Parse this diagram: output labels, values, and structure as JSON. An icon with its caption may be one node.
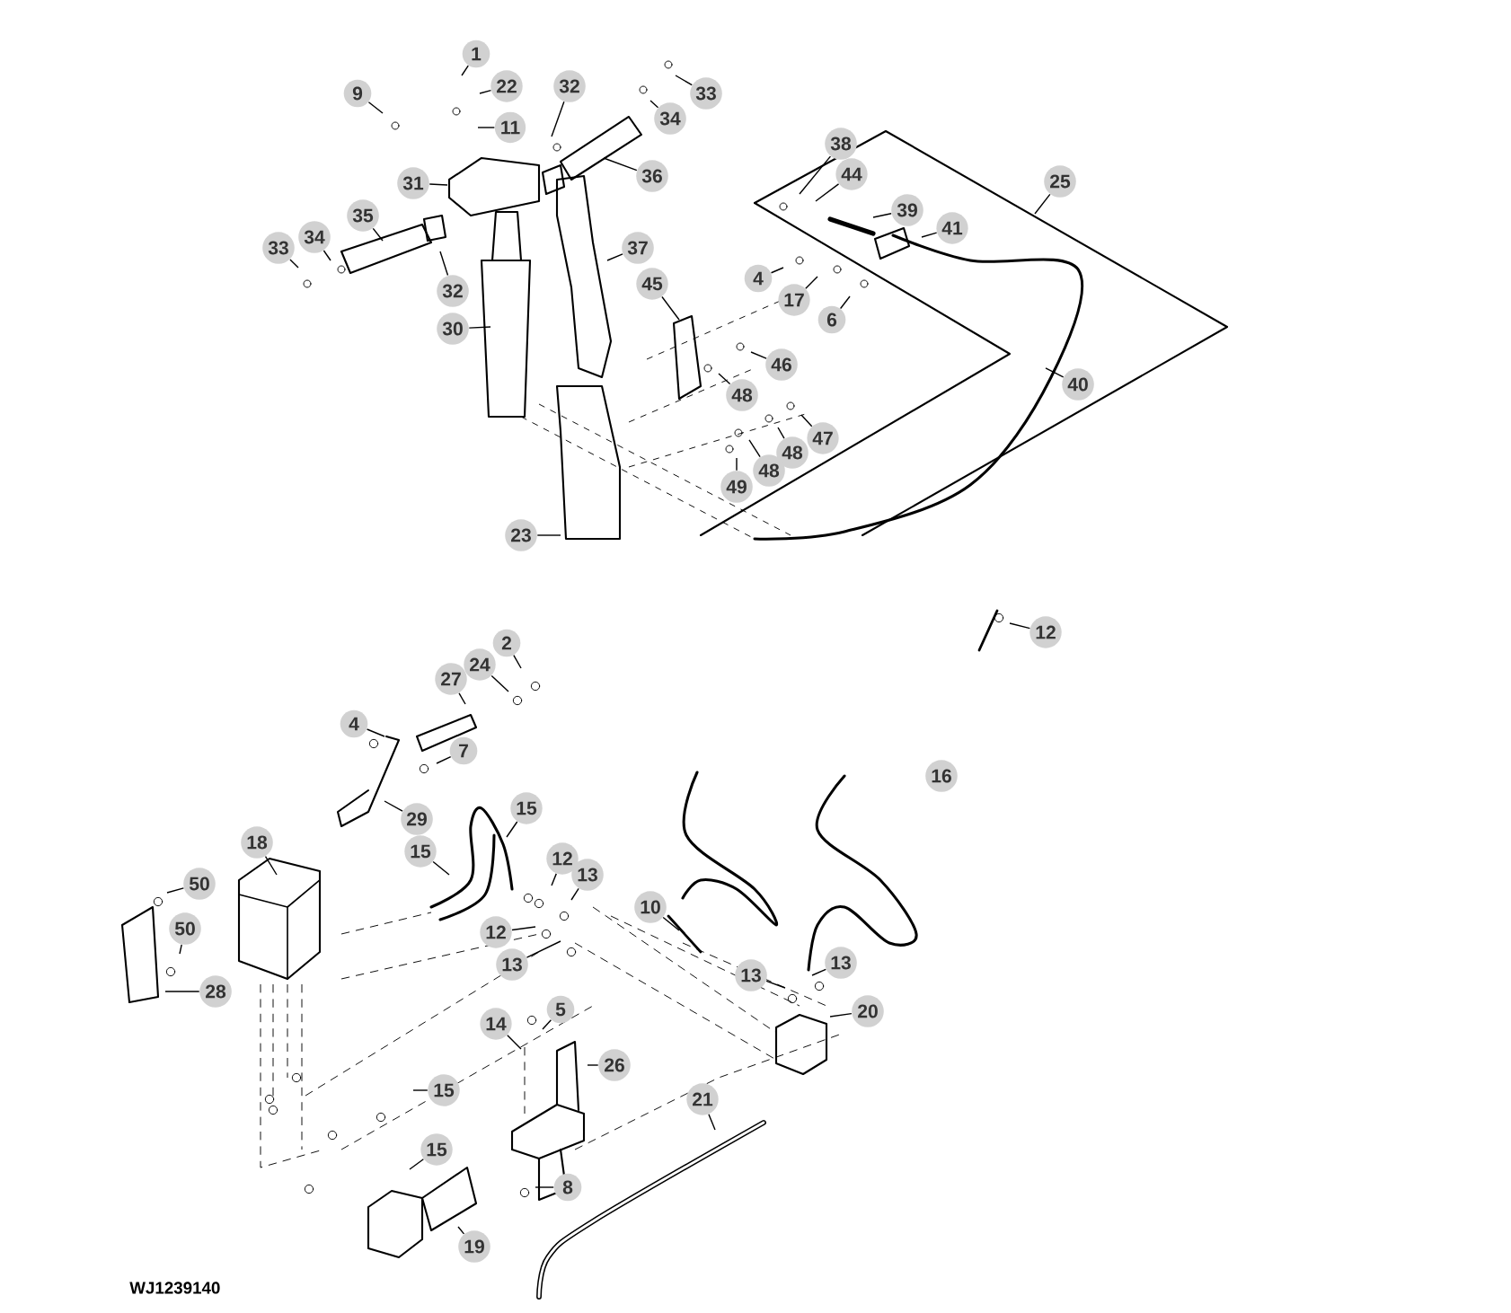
{
  "diagram": {
    "nodes": [
      {
        "text": [
          "1"
        ]
      },
      {
        "text": [
          "22"
        ]
      },
      {
        "text": [
          "11"
        ]
      },
      {
        "text": [
          "9"
        ]
      },
      {
        "text": [
          "32"
        ]
      },
      {
        "text": [
          "33"
        ]
      },
      {
        "text": [
          "34"
        ]
      },
      {
        "text": [
          "36"
        ]
      },
      {
        "text": [
          "31"
        ]
      },
      {
        "text": [
          "35"
        ]
      },
      {
        "text": [
          "34"
        ]
      },
      {
        "text": [
          "33"
        ]
      },
      {
        "text": [
          "32"
        ]
      },
      {
        "text": [
          "37"
        ]
      },
      {
        "text": [
          "30"
        ]
      },
      {
        "text": [
          "45"
        ]
      },
      {
        "text": [
          "4"
        ]
      },
      {
        "text": [
          "17"
        ]
      },
      {
        "text": [
          "6"
        ]
      },
      {
        "text": [
          "46"
        ]
      },
      {
        "text": [
          "48"
        ]
      },
      {
        "text": [
          "47"
        ]
      },
      {
        "text": [
          "48"
        ]
      },
      {
        "text": [
          "48"
        ]
      },
      {
        "text": [
          "49"
        ]
      },
      {
        "text": [
          "23"
        ]
      },
      {
        "text": [
          "38"
        ]
      },
      {
        "text": [
          "44"
        ]
      },
      {
        "text": [
          "39"
        ]
      },
      {
        "text": [
          "41"
        ]
      },
      {
        "text": [
          "25"
        ]
      },
      {
        "text": [
          "40"
        ]
      },
      {
        "text": [
          "2"
        ]
      },
      {
        "text": [
          "24"
        ]
      },
      {
        "text": [
          "27"
        ]
      },
      {
        "text": [
          "12"
        ]
      },
      {
        "text": [
          "4"
        ]
      },
      {
        "text": [
          "7"
        ]
      },
      {
        "text": [
          "29"
        ]
      },
      {
        "text": [
          "16"
        ]
      },
      {
        "text": [
          "15"
        ]
      },
      {
        "text": [
          "15"
        ]
      },
      {
        "text": [
          "12"
        ]
      },
      {
        "text": [
          "13"
        ]
      },
      {
        "text": [
          "12"
        ]
      },
      {
        "text": [
          "13"
        ]
      },
      {
        "text": [
          "18"
        ]
      },
      {
        "text": [
          "50"
        ]
      },
      {
        "text": [
          "50"
        ]
      },
      {
        "text": [
          "28"
        ]
      },
      {
        "text": [
          "10"
        ]
      },
      {
        "text": [
          "13"
        ]
      },
      {
        "text": [
          "13"
        ]
      },
      {
        "text": [
          "20"
        ]
      },
      {
        "text": [
          "5"
        ]
      },
      {
        "text": [
          "14"
        ]
      },
      {
        "text": [
          "26"
        ]
      },
      {
        "text": [
          "15"
        ]
      },
      {
        "text": [
          "21"
        ]
      },
      {
        "text": [
          "15"
        ]
      },
      {
        "text": [
          "8"
        ]
      },
      {
        "text": [
          "19"
        ]
      }
    ],
    "edges": [
      {
        "from": 0,
        "to": null,
        "arrow": "none"
      },
      {
        "from": 1,
        "to": null,
        "arrow": "none"
      },
      {
        "from": 2,
        "to": null,
        "arrow": "none"
      },
      {
        "from": 3,
        "to": null,
        "arrow": "none"
      },
      {
        "from": 4,
        "to": null,
        "arrow": "none"
      },
      {
        "from": 5,
        "to": null,
        "arrow": "none"
      },
      {
        "from": 6,
        "to": null,
        "arrow": "none"
      },
      {
        "from": 7,
        "to": null,
        "arrow": "none"
      },
      {
        "from": 8,
        "to": null,
        "arrow": "none"
      },
      {
        "from": 9,
        "to": null,
        "arrow": "none"
      },
      {
        "from": 10,
        "to": null,
        "arrow": "none"
      },
      {
        "from": 11,
        "to": null,
        "arrow": "none"
      },
      {
        "from": 12,
        "to": null,
        "arrow": "none"
      },
      {
        "from": 13,
        "to": null,
        "arrow": "none"
      },
      {
        "from": 14,
        "to": null,
        "arrow": "none"
      },
      {
        "from": 15,
        "to": null,
        "arrow": "none"
      },
      {
        "from": 16,
        "to": null,
        "arrow": "none"
      },
      {
        "from": 17,
        "to": null,
        "arrow": "none"
      },
      {
        "from": 18,
        "to": null,
        "arrow": "none"
      },
      {
        "from": 19,
        "to": null,
        "arrow": "none"
      },
      {
        "from": 20,
        "to": null,
        "arrow": "none"
      },
      {
        "from": 21,
        "to": null,
        "arrow": "none"
      },
      {
        "from": 22,
        "to": null,
        "arrow": "none"
      },
      {
        "from": 23,
        "to": null,
        "arrow": "none"
      },
      {
        "from": 24,
        "to": null,
        "arrow": "none"
      },
      {
        "from": 25,
        "to": null,
        "arrow": "none"
      },
      {
        "from": 26,
        "to": null,
        "arrow": "none"
      },
      {
        "from": 27,
        "to": null,
        "arrow": "none"
      },
      {
        "from": 28,
        "to": null,
        "arrow": "none"
      },
      {
        "from": 29,
        "to": null,
        "arrow": "none"
      },
      {
        "from": 30,
        "to": null,
        "arrow": "none"
      },
      {
        "from": 31,
        "to": null,
        "arrow": "none"
      },
      {
        "from": 32,
        "to": null,
        "arrow": "none"
      },
      {
        "from": 33,
        "to": null,
        "arrow": "none"
      },
      {
        "from": 34,
        "to": null,
        "arrow": "none"
      },
      {
        "from": 35,
        "to": null,
        "arrow": "none"
      },
      {
        "from": 36,
        "to": null,
        "arrow": "none"
      },
      {
        "from": 37,
        "to": null,
        "arrow": "none"
      },
      {
        "from": 38,
        "to": null,
        "arrow": "none"
      },
      {
        "from": 40,
        "to": null,
        "arrow": "none"
      },
      {
        "from": 41,
        "to": null,
        "arrow": "none"
      },
      {
        "from": 42,
        "to": null,
        "arrow": "none"
      },
      {
        "from": 43,
        "to": null,
        "arrow": "none"
      },
      {
        "from": 44,
        "to": null,
        "arrow": "none"
      },
      {
        "from": 45,
        "to": null,
        "arrow": "none"
      },
      {
        "from": 46,
        "to": null,
        "arrow": "none"
      },
      {
        "from": 47,
        "to": null,
        "arrow": "none"
      },
      {
        "from": 48,
        "to": null,
        "arrow": "none"
      },
      {
        "from": 49,
        "to": null,
        "arrow": "none"
      },
      {
        "from": 50,
        "to": null,
        "arrow": "none"
      },
      {
        "from": 51,
        "to": null,
        "arrow": "none"
      },
      {
        "from": 52,
        "to": null,
        "arrow": "none"
      },
      {
        "from": 53,
        "to": null,
        "arrow": "none"
      },
      {
        "from": 54,
        "to": null,
        "arrow": "none"
      },
      {
        "from": 55,
        "to": null,
        "arrow": "none"
      },
      {
        "from": 56,
        "to": null,
        "arrow": "none"
      },
      {
        "from": 57,
        "to": null,
        "arrow": "none"
      },
      {
        "from": 58,
        "to": null,
        "arrow": "none"
      },
      {
        "from": 59,
        "to": null,
        "arrow": "none"
      },
      {
        "from": 60,
        "to": null,
        "arrow": "none"
      },
      {
        "from": 61,
        "to": null,
        "arrow": "none"
      }
    ],
    "labels": [
      "WJ1239140"
    ]
  }
}
